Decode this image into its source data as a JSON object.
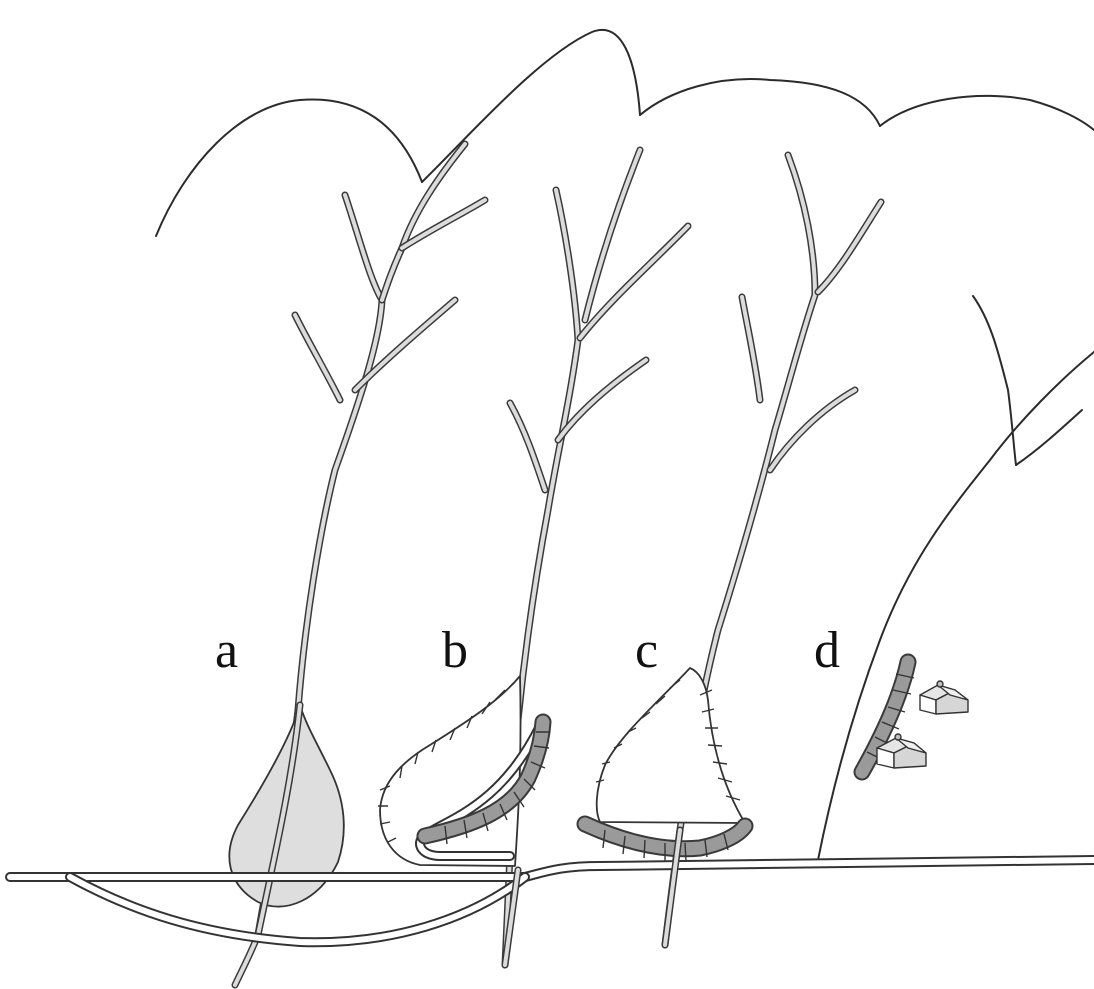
{
  "panels": [
    {
      "id": "a",
      "label": "a"
    },
    {
      "id": "b",
      "label": "b"
    },
    {
      "id": "c",
      "label": "c"
    },
    {
      "id": "d",
      "label": "d"
    }
  ],
  "colors": {
    "line": "#2b2b2b",
    "channel_fill": "#dcdcdc",
    "fan_fill": "#dedede",
    "wall_fill": "#9a9a9a",
    "background": "#ffffff"
  }
}
